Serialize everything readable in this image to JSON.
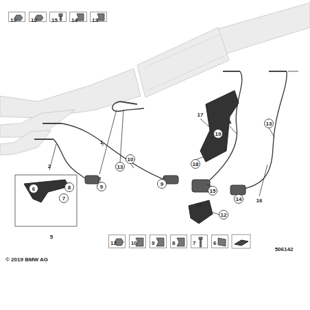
{
  "diagram": {
    "nodes": [
      {
        "text": [
          "19"
        ]
      },
      {
        "text": [
          "18"
        ]
      },
      {
        "text": [
          "15"
        ]
      },
      {
        "text": [
          "14"
        ]
      },
      {
        "text": [
          "13"
        ]
      },
      {
        "text": [
          "12"
        ]
      },
      {
        "text": [
          "10"
        ]
      },
      {
        "text": [
          "9"
        ]
      },
      {
        "text": [
          "8"
        ]
      },
      {
        "text": [
          "7"
        ]
      },
      {
        "text": [
          "6"
        ]
      }
    ],
    "labels": [
      "13",
      "3",
      "17",
      "19",
      "4",
      "13",
      "1",
      "10",
      "15",
      "14",
      "16",
      "2",
      "6",
      "8",
      "7",
      "9",
      "9",
      "11",
      "12",
      "18",
      "5",
      "© 2019 BMW AG",
      "506142"
    ]
  }
}
